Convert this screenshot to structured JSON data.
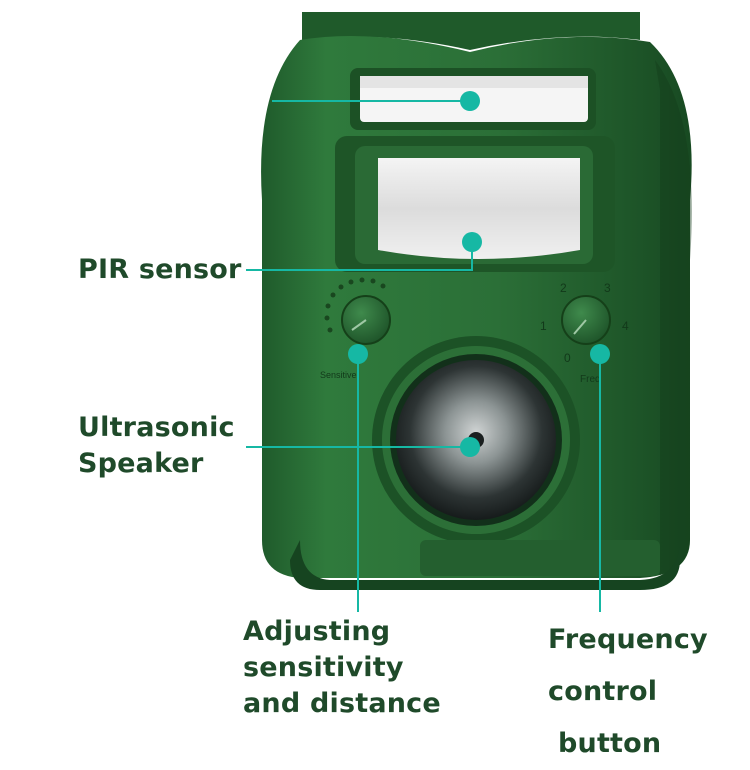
{
  "callouts": {
    "pir_sensor": {
      "label": "PIR sensor"
    },
    "ultrasonic_speaker": {
      "lines": [
        "Ultrasonic",
        "Speaker"
      ]
    },
    "adjusting": {
      "lines": [
        "Adjusting",
        "sensitivity",
        "and distance"
      ]
    },
    "frequency": {
      "lines": [
        "Frequency",
        "control",
        "button"
      ]
    }
  },
  "device": {
    "knob_left_text": "Sensitive",
    "knob_right_text": "Freq",
    "knob_right_numbers": [
      "0",
      "1",
      "2",
      "3",
      "4"
    ]
  },
  "colors": {
    "housing": "#2f6b3a",
    "callout_line": "#16b8a4",
    "label_text": "#1f4a2a"
  }
}
